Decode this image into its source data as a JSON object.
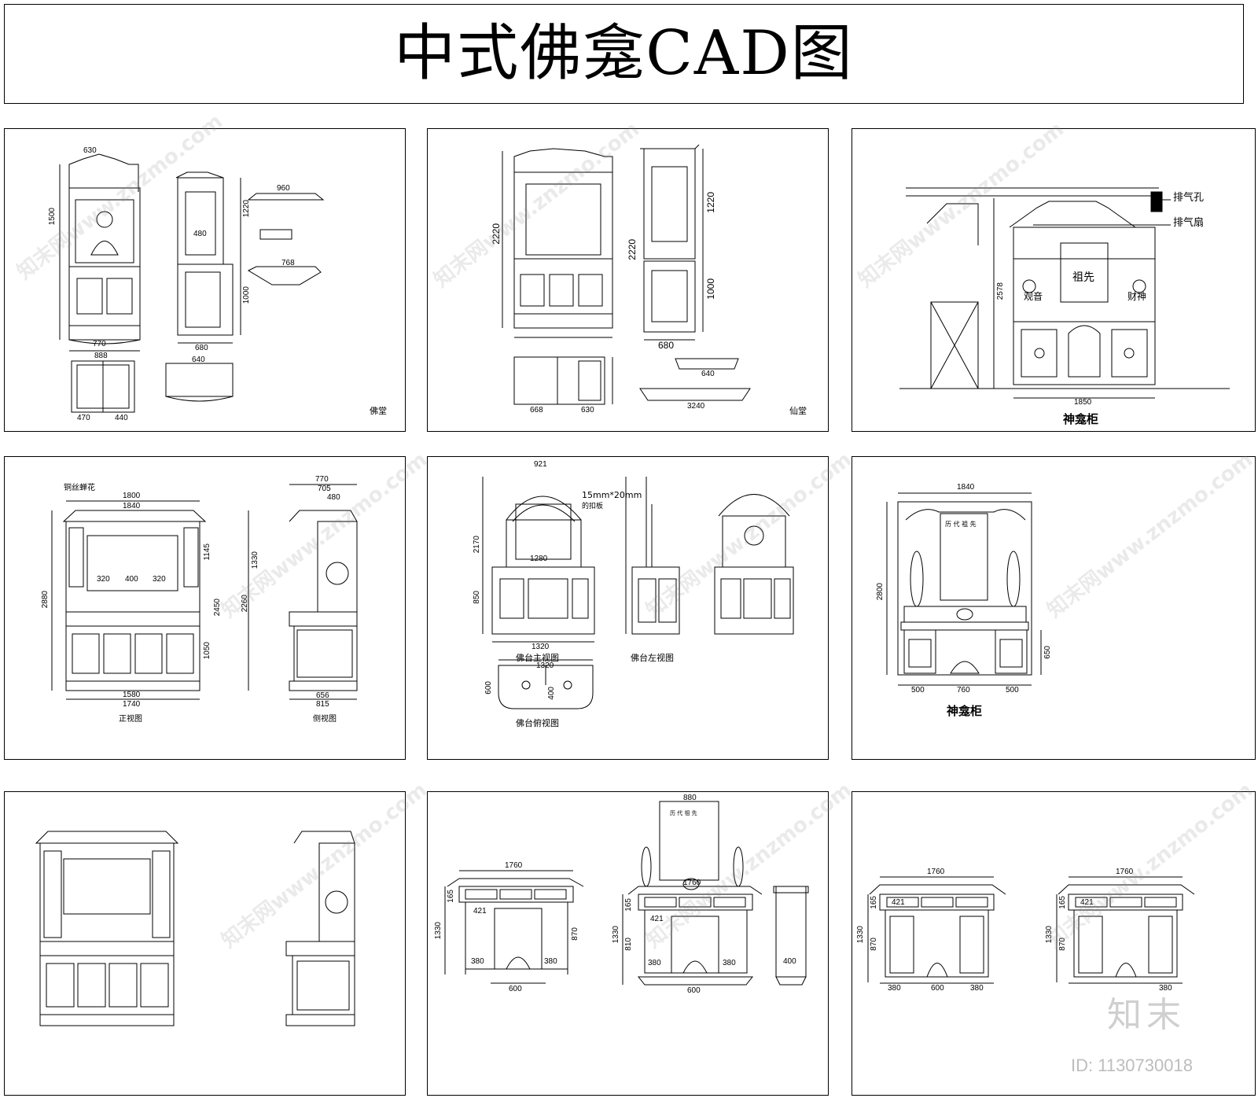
{
  "page": {
    "title": "中式佛龛CAD图"
  },
  "panels": {
    "p1": {
      "note": "佛堂",
      "dims": {
        "d630": "630",
        "d1500": "1500",
        "d1220": "1220",
        "d960": "960",
        "d480": "480",
        "d1000": "1000",
        "d680": "680",
        "d770": "770",
        "d888": "888",
        "d768": "768",
        "d470": "470",
        "d440": "440",
        "d640": "640"
      }
    },
    "p2": {
      "note": "仙堂",
      "dims": {
        "d2220a": "2220",
        "d2220b": "2220",
        "d1220": "1220",
        "d1000": "1000",
        "d680": "680",
        "d668": "668",
        "d630": "630",
        "d640": "640",
        "d3240": "3240"
      }
    },
    "p3": {
      "label1": "排气孔",
      "label2": "排气扇",
      "dim_h": "2578",
      "dim_w": "1850",
      "caption": "神龛柜",
      "plaque_1": "祖先",
      "plaque_2": "观音",
      "plaque_3": "财神"
    },
    "p4": {
      "top_note": "铜丝蝉花",
      "caption_front": "正视图",
      "caption_side": "侧视图",
      "dims": {
        "d1800": "1800",
        "d1840": "1840",
        "d1580": "1580",
        "d1740": "1740",
        "d2880": "2880",
        "d2450": "2450",
        "d1050": "1050",
        "d1145": "1145",
        "d770": "770",
        "d705": "705",
        "d480": "480",
        "d656": "656",
        "d815": "815",
        "d1330": "1330",
        "d2260": "2260",
        "d320a": "320",
        "d400": "400",
        "d320b": "320"
      }
    },
    "p5": {
      "note": "15mm*20mm",
      "note2": "的扣板",
      "caption_main": "佛台主视图",
      "caption_left": "佛台左视图",
      "caption_top": "佛台俯视图",
      "dims": {
        "d921": "921",
        "d1320a": "1320",
        "d1320b": "1320",
        "d1280": "1280",
        "d2170": "2170",
        "d850": "850",
        "d600": "600",
        "d400": "400"
      }
    },
    "p6": {
      "dim_top": "1840",
      "dim_h": "2800",
      "dim_side": "650",
      "dim_a": "500",
      "dim_b": "760",
      "dim_c": "500",
      "caption": "神龛柜",
      "plaque": "历 代 祖 先"
    },
    "p7": {},
    "p8": {
      "dims": {
        "d1760a": "1760",
        "d1760b": "1760",
        "d880": "880",
        "d1330a": "1330",
        "d1330b": "1330",
        "d870": "870",
        "d810": "810",
        "d165a": "165",
        "d165b": "165",
        "d421a": "421",
        "d421b": "421",
        "d380a": "380",
        "d380b": "380",
        "d380c": "380",
        "d380d": "380",
        "d600a": "600",
        "d600b": "600",
        "d400": "400"
      },
      "plaque": "历 代 祖 先"
    },
    "p9": {
      "dims": {
        "d1760a": "1760",
        "d1760b": "1760",
        "d1330a": "1330",
        "d1330b": "1330",
        "d870a": "870",
        "d870b": "870",
        "d165a": "165",
        "d165b": "165",
        "d421a": "421",
        "d421b": "421",
        "d380a": "380",
        "d600": "600",
        "d380b": "380",
        "d380c": "380"
      }
    }
  },
  "watermark": {
    "text": "知末网www.znzmo.com",
    "logo": "知末",
    "id": "ID: 1130730018"
  }
}
